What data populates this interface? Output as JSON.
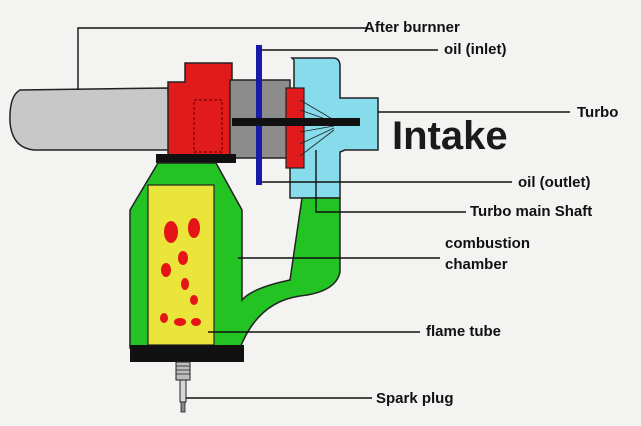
{
  "diagram": {
    "labels": {
      "after_burner": "After burnner",
      "oil_inlet": "oil (inlet)",
      "turbo": "Turbo",
      "intake": "Intake",
      "oil_outlet": "oil (outlet)",
      "turbo_main_shaft": "Turbo main Shaft",
      "combustion_chamber_line1": "combustion",
      "combustion_chamber_line2": "chamber",
      "flame_tube": "flame tube",
      "spark_plug": "Spark plug"
    },
    "colors": {
      "background": "#f3f3f1",
      "after_burner": "#c8c8c8",
      "red_housing": "#e11b1b",
      "grey_block": "#8c8c8c",
      "turbo_housing": "#86dcea",
      "combustion_green": "#22c322",
      "flame_tube_yellow": "#e9e53a",
      "holes_red": "#e51515",
      "oil_blue": "#1a1aa8",
      "shaft_black": "#111111",
      "leader_line": "#111111"
    }
  }
}
